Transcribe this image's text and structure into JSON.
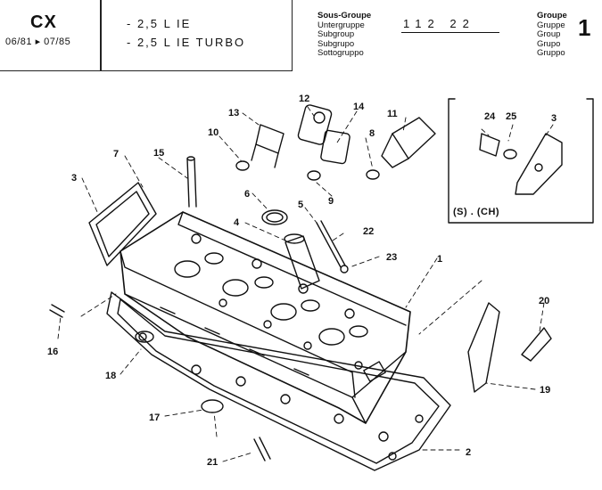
{
  "header": {
    "model": "CX",
    "years": "06/81 ▸ 07/85",
    "variants": [
      "- 2,5 L IE",
      "- 2,5 L IE TURBO"
    ],
    "subgroup_labels": [
      "Sous-Groupe",
      "Untergruppe",
      "Subgroup",
      "Subgrupo",
      "Sottogruppo"
    ],
    "subgroup_code": "112 22",
    "group_labels": [
      "Groupe",
      "Gruppe",
      "Group",
      "Grupo",
      "Gruppo"
    ],
    "group_number": "1"
  },
  "inset": {
    "label": "(S) . (CH)"
  },
  "callouts": [
    "1",
    "2",
    "3",
    "3",
    "4",
    "5",
    "6",
    "7",
    "8",
    "9",
    "10",
    "11",
    "12",
    "13",
    "14",
    "15",
    "16",
    "17",
    "18",
    "19",
    "20",
    "21",
    "22",
    "23",
    "24",
    "25"
  ]
}
